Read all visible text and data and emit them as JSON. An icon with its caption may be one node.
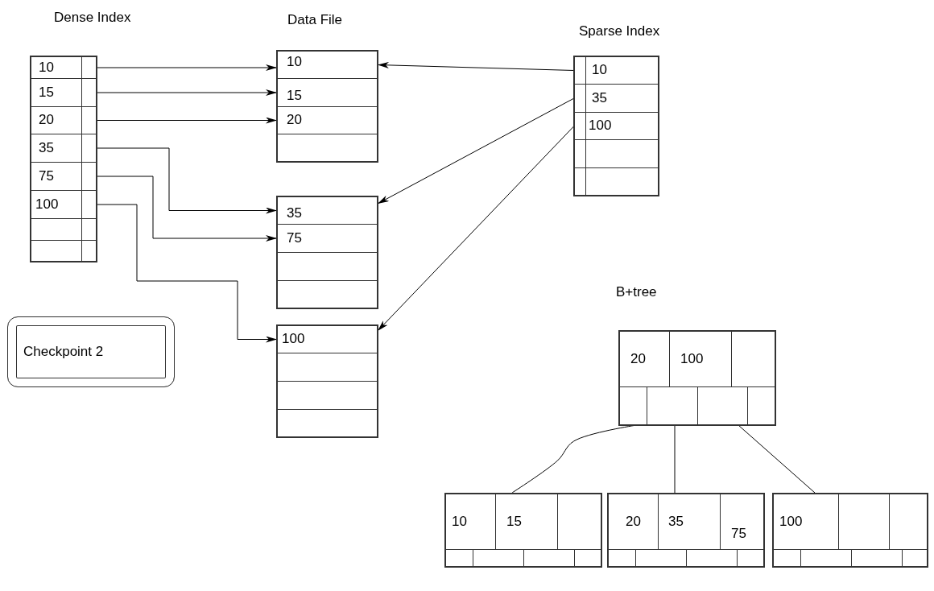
{
  "diagram": {
    "nodes": [
      {
        "text": [
          "Dense Index"
        ]
      },
      {
        "text": [
          "10"
        ],
        "in": 0
      },
      {
        "text": [
          "15"
        ],
        "in": 0
      },
      {
        "text": [
          "20"
        ],
        "in": 0
      },
      {
        "text": [
          "35"
        ],
        "in": 0
      },
      {
        "text": [
          "75"
        ],
        "in": 0
      },
      {
        "text": [
          "100"
        ],
        "in": 0
      },
      {
        "text": [],
        "shape": "box",
        "in": 0
      },
      {
        "text": [],
        "shape": "box",
        "in": 0
      },
      {
        "text": [
          "Data File"
        ]
      },
      {
        "text": [
          "10"
        ],
        "in": 9
      },
      {
        "text": [
          "15"
        ],
        "in": 9
      },
      {
        "text": [
          "20"
        ],
        "in": 9
      },
      {
        "text": [],
        "shape": "box",
        "in": 9
      },
      {
        "text": [],
        "shape": "box"
      },
      {
        "text": [
          "35"
        ],
        "in": 14
      },
      {
        "text": [
          "75"
        ],
        "in": 14
      },
      {
        "text": [],
        "shape": "box",
        "in": 14
      },
      {
        "text": [],
        "shape": "box",
        "in": 14
      },
      {
        "text": [],
        "shape": "box"
      },
      {
        "text": [
          "100"
        ],
        "in": 19
      },
      {
        "text": [],
        "shape": "box",
        "in": 19
      },
      {
        "text": [],
        "shape": "box",
        "in": 19
      },
      {
        "text": [],
        "shape": "box",
        "in": 19
      },
      {
        "text": [
          "Sparse Index"
        ]
      },
      {
        "text": [
          "10"
        ],
        "in": 24
      },
      {
        "text": [
          "35"
        ],
        "in": 24
      },
      {
        "text": [
          "100"
        ],
        "in": 24
      },
      {
        "text": [],
        "shape": "box",
        "in": 24
      },
      {
        "text": [],
        "shape": "box",
        "in": 24
      },
      {
        "text": [
          "Checkpoint 2"
        ]
      },
      {
        "text": [
          "B+tree"
        ]
      },
      {
        "text": [
          "20"
        ],
        "in": 31
      },
      {
        "text": [
          "100"
        ],
        "in": 31
      },
      {
        "text": [],
        "shape": "box",
        "in": 31
      },
      {
        "text": [],
        "shape": "box",
        "in": 31
      },
      {
        "text": [],
        "shape": "box",
        "in": 31
      },
      {
        "text": [],
        "shape": "box",
        "in": 31
      },
      {
        "text": [],
        "shape": "box",
        "in": 31
      },
      {
        "text": [],
        "shape": "box"
      },
      {
        "text": [
          "10"
        ],
        "in": 39
      },
      {
        "text": [
          "15"
        ],
        "in": 39
      },
      {
        "text": [],
        "shape": "box",
        "in": 39
      },
      {
        "text": [],
        "shape": "box",
        "in": 39
      },
      {
        "text": [],
        "shape": "box",
        "in": 39
      },
      {
        "text": [],
        "shape": "box",
        "in": 39
      },
      {
        "text": [],
        "shape": "box",
        "in": 39
      },
      {
        "text": [],
        "shape": "box"
      },
      {
        "text": [
          "20"
        ],
        "in": 47
      },
      {
        "text": [
          "35"
        ],
        "in": 47
      },
      {
        "text": [
          "75"
        ],
        "in": 47
      },
      {
        "text": [],
        "shape": "box",
        "in": 47
      },
      {
        "text": [],
        "shape": "box",
        "in": 47
      },
      {
        "text": [],
        "shape": "box",
        "in": 47
      },
      {
        "text": [],
        "shape": "box",
        "in": 47
      },
      {
        "text": [],
        "shape": "box"
      },
      {
        "text": [
          "100"
        ],
        "in": 55
      },
      {
        "text": [],
        "shape": "box",
        "in": 55
      },
      {
        "text": [],
        "shape": "box",
        "in": 55
      },
      {
        "text": [],
        "shape": "box",
        "in": 55
      },
      {
        "text": [],
        "shape": "box",
        "in": 55
      },
      {
        "text": [],
        "shape": "box",
        "in": 55
      },
      {
        "text": [],
        "shape": "box",
        "in": 55
      }
    ],
    "edges": [
      {
        "from": 1,
        "to": 10,
        "arrow": "to"
      },
      {
        "from": 2,
        "to": 11,
        "arrow": "to"
      },
      {
        "from": 3,
        "to": 12,
        "arrow": "to"
      },
      {
        "from": 4,
        "to": 15,
        "arrow": "to"
      },
      {
        "from": 5,
        "to": 16,
        "arrow": "to"
      },
      {
        "from": 6,
        "to": 20,
        "arrow": "to"
      },
      {
        "from": 25,
        "to": 10,
        "arrow": "to"
      },
      {
        "from": 26,
        "to": 15,
        "arrow": "to"
      },
      {
        "from": 27,
        "to": 20,
        "arrow": "to"
      },
      {
        "from": 35,
        "to": 39,
        "arrow": "none"
      },
      {
        "from": 36,
        "to": 47,
        "arrow": "none"
      },
      {
        "from": 37,
        "to": 55,
        "arrow": "none"
      }
    ]
  }
}
